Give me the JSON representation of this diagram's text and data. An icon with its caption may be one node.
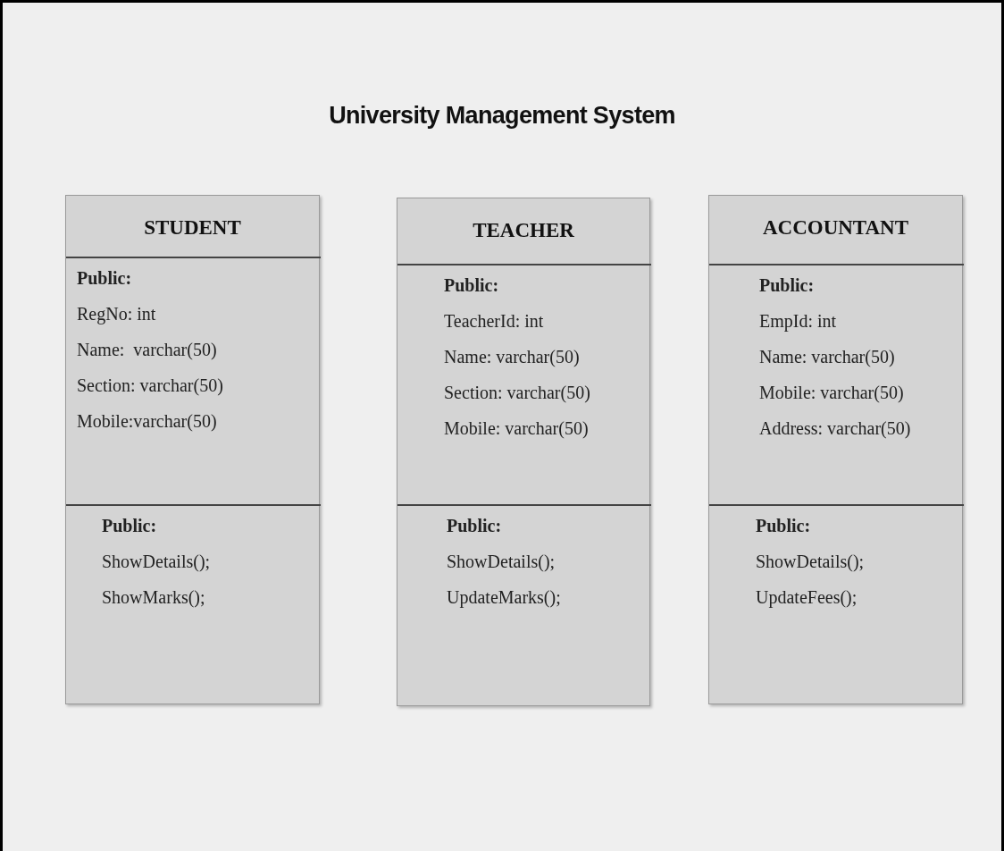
{
  "diagram": {
    "title": "University Management System",
    "nodes": [
      {
        "text": [
          "STUDENT"
        ]
      },
      {
        "text": [
          "Public:",
          "RegNo: int",
          "Name:  varchar(50)",
          "Section: varchar(50)",
          "Mobile:varchar(50)"
        ],
        "in": 0
      },
      {
        "text": [
          "Public:",
          "ShowDetails();",
          "ShowMarks();"
        ],
        "in": 0
      },
      {
        "text": [
          "TEACHER"
        ]
      },
      {
        "text": [
          "Public:",
          "TeacherId: int",
          "Name: varchar(50)",
          "Section: varchar(50)",
          "Mobile: varchar(50)"
        ],
        "in": 3
      },
      {
        "text": [
          "Public:",
          "ShowDetails();",
          "UpdateMarks();"
        ],
        "in": 3
      },
      {
        "text": [
          "ACCOUNTANT"
        ]
      },
      {
        "text": [
          "Public:",
          "EmpId: int",
          "Name: varchar(50)",
          "Mobile: varchar(50)",
          "Address: varchar(50)"
        ],
        "in": 6
      },
      {
        "text": [
          "Public:",
          "ShowDetails();",
          "UpdateFees();"
        ],
        "in": 6
      }
    ]
  }
}
